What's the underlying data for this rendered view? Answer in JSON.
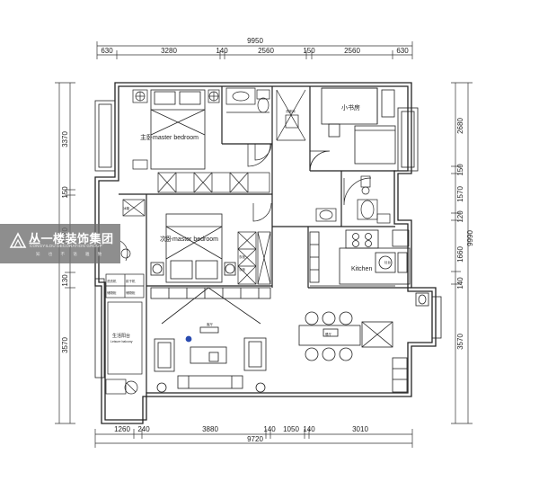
{
  "dimensions": {
    "top_total": "9950",
    "top_segments": [
      "630",
      "3280",
      "140",
      "2560",
      "150",
      "2560",
      "630"
    ],
    "bottom_segments": [
      "1260",
      "240",
      "3880",
      "140",
      "1050",
      "140",
      "3010"
    ],
    "bottom_total": "9720",
    "left_segments": [
      "3370",
      "150",
      "1570",
      "130",
      "3570"
    ],
    "right_segments": [
      "2680",
      "150",
      "1570",
      "120",
      "1660",
      "140",
      "3570"
    ],
    "right_total": "9990"
  },
  "rooms": {
    "master_bedroom": "主卧master bedroom",
    "second_bedroom": "次卧master bedroom",
    "study": "小书房",
    "kitchen": "Kitchen",
    "bathroom": "洗漱间",
    "balcony": "生活阳台",
    "balcony_en": "Leisure balcony",
    "living_tag": "客厅",
    "dining_tag": "餐厅",
    "closet_left": "衣柜",
    "closet_right": "衣柜",
    "fridge": "冰箱",
    "washer_a": "洗衣机",
    "washer_b": "烘干机",
    "stove": "灶台",
    "shelf_a": "储物柜",
    "shelf_b": "储物柜"
  },
  "logo": {
    "brand": "丛一楼装饰集团",
    "sub": "CONGYILOU DECORATION GROUP",
    "pinyin": "知 也 不 语 雅 致"
  },
  "colors": {
    "line": "#222222",
    "dim_line": "#333333",
    "logo_bg": "#6e6e6e"
  }
}
